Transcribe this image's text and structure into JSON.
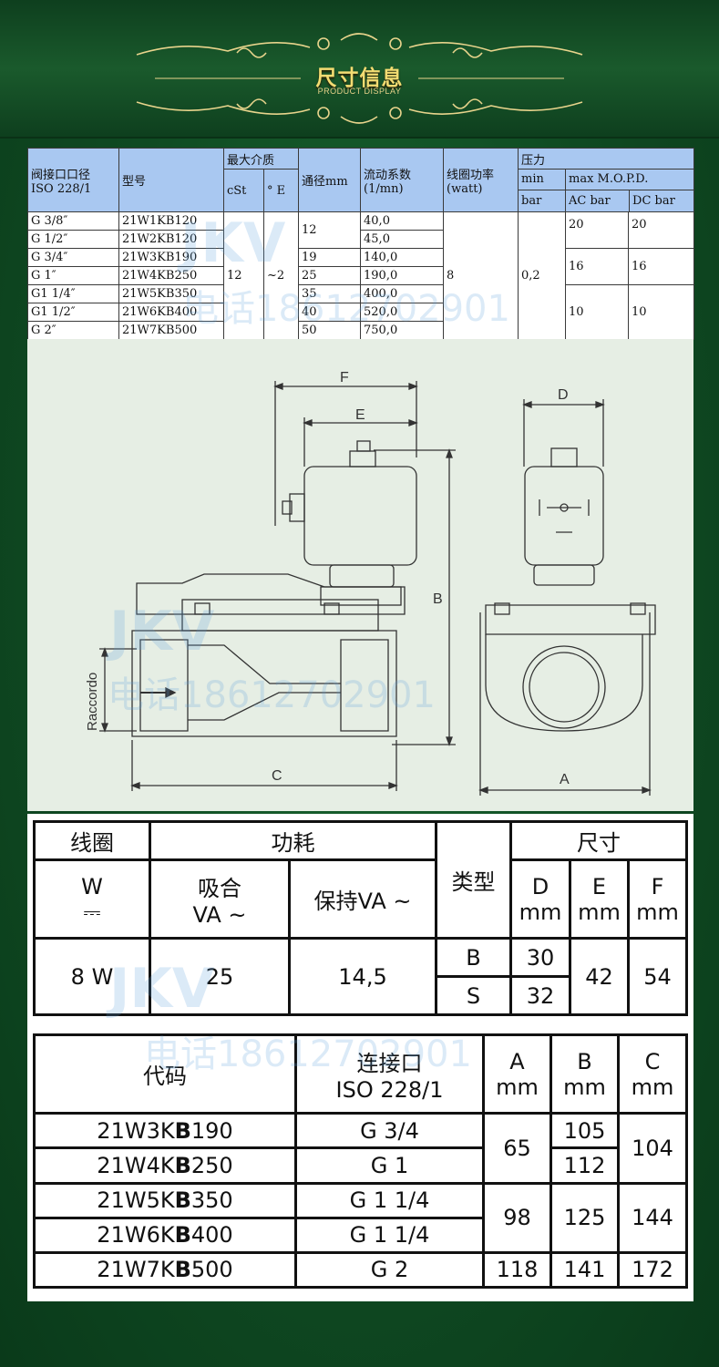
{
  "banner": {
    "title": "尺寸信息",
    "subtitle": "PRODUCT DISPLAY"
  },
  "spec_table": {
    "h_port": "阀接口口径",
    "h_port2": "ISO 228/1",
    "h_model": "型号",
    "h_medium": "最大介质",
    "h_cst": "cSt",
    "h_deg": "° E",
    "h_bore": "通径mm",
    "h_flow": "流动系数",
    "h_flow2": "(1/mn)",
    "h_power": "线圈功率",
    "h_power2": "(watt)",
    "h_pressure": "压力",
    "h_min": "min",
    "h_bar": "bar",
    "h_mopd": "max M.O.P.D.",
    "h_ac": "AC bar",
    "h_dc": "DC bar",
    "cst": "12",
    "deg": "~2",
    "power": "8",
    "min_bar": "0,2",
    "rows": [
      {
        "port": "G 3/8″",
        "model": "21W1KB120",
        "flow": "40,0"
      },
      {
        "port": "G 1/2″",
        "model": "21W2KB120",
        "flow": "45,0"
      },
      {
        "port": "G 3/4″",
        "model": "21W3KB190",
        "bore": "19",
        "flow": "140,0"
      },
      {
        "port": "G 1″",
        "model": "21W4KB250",
        "bore": "25",
        "flow": "190,0"
      },
      {
        "port": "G1 1/4″",
        "model": "21W5KB350",
        "bore": "35",
        "flow": "400,0"
      },
      {
        "port": "G1 1/2″",
        "model": "21W6KB400",
        "bore": "40",
        "flow": "520,0"
      },
      {
        "port": "G 2″",
        "model": "21W7KB500",
        "bore": "50",
        "flow": "750,0"
      }
    ],
    "bore_12": "12",
    "mopd": [
      {
        "ac": "20",
        "dc": "20"
      },
      {
        "ac": "16",
        "dc": "16"
      },
      {
        "ac": "10",
        "dc": "10"
      }
    ]
  },
  "drawing": {
    "label_f": "F",
    "label_e": "E",
    "label_b": "B",
    "label_c": "C",
    "label_d": "D",
    "label_a": "A",
    "label_raccordo": "Raccordo"
  },
  "coil_table": {
    "h_coil": "线圈",
    "h_power": "功耗",
    "h_type": "类型",
    "h_size": "尺寸",
    "h_w": "W",
    "h_w_sym": "⎓",
    "h_inrush": "吸合",
    "h_inrush_unit": "VA ~",
    "h_hold": "保持VA ~",
    "h_d": "D",
    "h_e": "E",
    "h_f": "F",
    "h_mm": "mm",
    "w_val": "8 W",
    "inrush_val": "25",
    "hold_val": "14,5",
    "type_b": "B",
    "type_s": "S",
    "d_b": "30",
    "d_s": "32",
    "e_val": "42",
    "f_val": "54"
  },
  "code_table": {
    "h_code": "代码",
    "h_conn": "连接口",
    "h_conn2": "ISO 228/1",
    "h_a": "A",
    "h_b": "B",
    "h_c": "C",
    "h_mm": "mm",
    "rows": [
      {
        "pre": "21W3K",
        "bold": "B",
        "post": "190",
        "conn": "G 3/4"
      },
      {
        "pre": "21W4K",
        "bold": "B",
        "post": "250",
        "conn": "G 1"
      },
      {
        "pre": "21W5K",
        "bold": "B",
        "post": "350",
        "conn": "G 1 1/4"
      },
      {
        "pre": "21W6K",
        "bold": "B",
        "post": "400",
        "conn": "G 1 1/4"
      },
      {
        "pre": "21W7K",
        "bold": "B",
        "post": "500",
        "conn": "G 2"
      }
    ],
    "a_1": "65",
    "a_2": "98",
    "a_3": "118",
    "b_1": "105",
    "b_2": "112",
    "b_3": "125",
    "b_4": "141",
    "c_1": "104",
    "c_2": "144",
    "c_3": "172"
  },
  "watermark": {
    "brand": "JKV",
    "phone": "电话18612702901"
  }
}
